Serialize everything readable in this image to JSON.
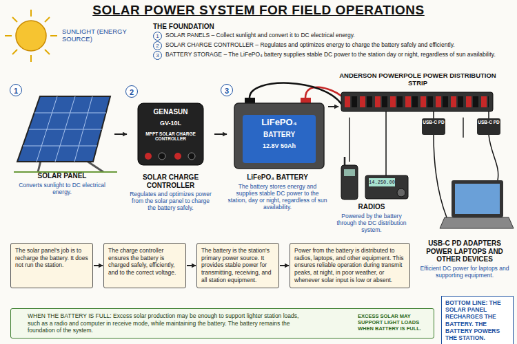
{
  "diagram": {
    "title": "SOLAR POWER SYSTEM FOR FIELD OPERATIONS",
    "nodes": [
      {
        "text": [
          "SOLAR PANEL",
          "Converts sunlight to DC electrical energy."
        ]
      },
      {
        "text": [
          "SOLAR CHARGE CONTROLLER",
          "Regulates and optimizes power from the solar panel to charge the battery safely."
        ]
      },
      {
        "text": [
          "LiFePO₄ BATTERY",
          "The battery stores energy and supplies stable DC power to the station, day or night, regardless of sun availability."
        ]
      },
      {
        "text": [
          "ANDERSON POWERPOLE POWER DISTRIBUTION STRIP"
        ]
      },
      {
        "text": [
          "RADIOS",
          "Powered by the battery through the DC distribution system."
        ]
      },
      {
        "text": [
          "USB-C PD ADAPTERS POWER LAPTOPS AND OTHER DEVICES",
          "Efficient DC power for laptops and supporting equipment."
        ]
      },
      {
        "text": [
          "The solar panel's job is to recharge the battery. It does not run the station."
        ]
      },
      {
        "text": [
          "The charge controller ensures the battery is charged safely, efficiently, and to the correct voltage."
        ]
      },
      {
        "text": [
          "The battery is the station's primary power source. It provides stable power for transmitting, receiving, and all station equipment."
        ]
      },
      {
        "text": [
          "Power from the battery is distributed to radios, laptops, and other equipment. This ensures reliable operation during transmit peaks, at night, in poor weather, or whenever solar input is low or absent."
        ]
      },
      {
        "text": [
          "WHEN THE BATTERY IS FULL: Excess solar production may be enough to support lighter station loads, such as a radio and computer in receive mode, while maintaining the battery. The battery remains the foundation of the system.",
          "EXCESS SOLAR MAY SUPPORT LIGHT LOADS WHEN BATTERY IS FULL."
        ]
      },
      {
        "text": [
          "BOTTOM LINE: THE SOLAR PANEL RECHARGES THE BATTERY. THE BATTERY POWERS THE STATION."
        ]
      }
    ],
    "edges": [
      {
        "from": 0,
        "to": 1,
        "arrow": "to"
      },
      {
        "from": 1,
        "to": 2,
        "arrow": "to"
      },
      {
        "from": 2,
        "to": 3,
        "arrow": "to"
      },
      {
        "from": 3,
        "to": 4,
        "arrow": "none"
      },
      {
        "from": 3,
        "to": 5,
        "arrow": "none"
      },
      {
        "from": 6,
        "to": 7,
        "arrow": "to"
      },
      {
        "from": 7,
        "to": 8,
        "arrow": "to"
      },
      {
        "from": 8,
        "to": 9,
        "arrow": "to"
      }
    ],
    "labels": [
      "SUNLIGHT (ENERGY SOURCE)",
      "THE FOUNDATION",
      "1",
      "SOLAR PANELS – Collect sunlight and convert it to DC electrical energy.",
      "2",
      "SOLAR CHARGE CONTROLLER – Regulates and optimizes energy to charge the battery safely and efficiently.",
      "3",
      "BATTERY STORAGE – The LiFePO₄ battery supplies stable DC power to the station day or night, regardless of sun availability.",
      "1",
      "2",
      "3",
      "GENASUN",
      "GV-10L",
      "MPPT SOLAR CHARGE CONTROLLER",
      "LiFePO₄",
      "BATTERY",
      "12.8V 50Ah",
      "14.250.00",
      "USB-C PD",
      "USB-C PD"
    ]
  }
}
